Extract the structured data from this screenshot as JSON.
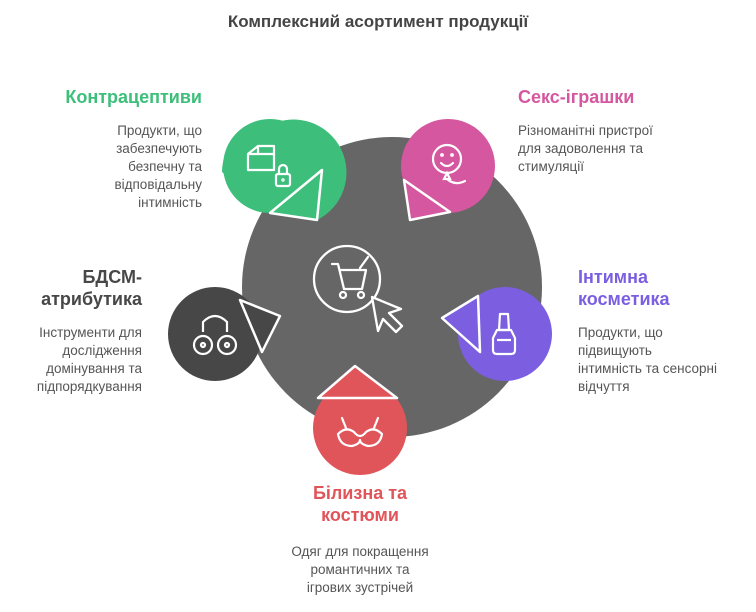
{
  "title": "Комплексний асортимент продукції",
  "center": {
    "icon": "shopping-cart-cursor-icon"
  },
  "colors": {
    "center": "#666666",
    "contraceptives": "#3dbf7b",
    "toys": "#d4579f",
    "cosmetics": "#7b5fe0",
    "lingerie": "#e0555a",
    "bdsm": "#474747"
  },
  "segments": {
    "contraceptives": {
      "title": "Контрацептиви",
      "icon": "box-lock-icon",
      "desc": [
        "Продукти, що",
        "забезпечують",
        "безпечну та",
        "відповідальну",
        "інтимність"
      ]
    },
    "toys": {
      "title": "Секс-іграшки",
      "icon": "smiley-balloon-icon",
      "desc": [
        "Різноманітні пристрої",
        "для задоволення та",
        "стимуляції"
      ]
    },
    "cosmetics": {
      "title": [
        "Інтимна",
        "косметика"
      ],
      "icon": "nail-polish-icon",
      "desc": [
        "Продукти, що",
        "підвищують",
        "інтимність та сенсорні",
        "відчуття"
      ]
    },
    "lingerie": {
      "title": [
        "Білизна та",
        "костюми"
      ],
      "icon": "bra-icon",
      "desc": [
        "Одяг для покращення",
        "романтичних та",
        "ігрових зустрічей"
      ]
    },
    "bdsm": {
      "title": [
        "БДСМ-",
        "атрибутика"
      ],
      "icon": "handcuffs-icon",
      "desc": [
        "Інструменти для",
        "дослідження",
        "домінування та",
        "підпорядкування"
      ]
    }
  }
}
